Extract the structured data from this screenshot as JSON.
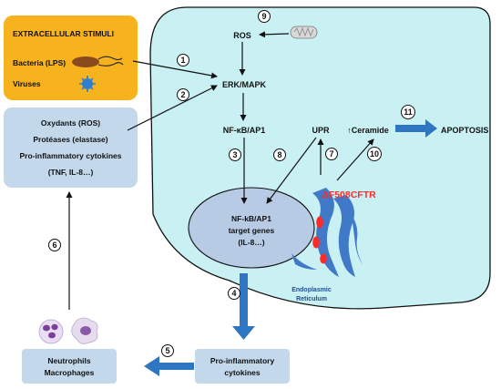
{
  "stimuli": {
    "title": "Extracellular stimuli",
    "bacteria": "Bacteria (LPS)",
    "viruses": "Viruses"
  },
  "inflammatory_box": {
    "line1": "Oxydants (ROS)",
    "line2": "Protéases (elastase)",
    "line3": "Pro-inflammatory cytokines",
    "line4": "(TNF, IL-8…)"
  },
  "cell": {
    "ros": "ROS",
    "erk": "ERK/MAPK",
    "nfkb": "NF-κB/AP1",
    "upr": "UPR",
    "ceramide": "↑Ceramide",
    "cftr": "ΔF508CFTR",
    "nucleus_line1": "NF-kB/AP1",
    "nucleus_line2": "target genes",
    "nucleus_line3": "(IL-8…)",
    "er_line1": "Endoplasmic",
    "er_line2": "Reticulum"
  },
  "outside": {
    "apoptosis": "APOPTOSIS",
    "cytokines_line1": "Pro-inflammatory",
    "cytokines_line2": "cytokines",
    "immune_line1": "Neutrophils",
    "immune_line2": "Macrophages"
  },
  "steps": [
    "1",
    "2",
    "3",
    "4",
    "5",
    "6",
    "7",
    "8",
    "9",
    "10",
    "11"
  ],
  "colors": {
    "stimuli_fill": "#f7b31e",
    "cell_fill": "#c9f0f3",
    "box_fill": "#c4d8ec",
    "nucleus_fill": "#b7cbe5",
    "blue_arrow": "#2e75c2",
    "cftr_red": "#ff2a2a",
    "er_blue": "#3f79c8"
  }
}
